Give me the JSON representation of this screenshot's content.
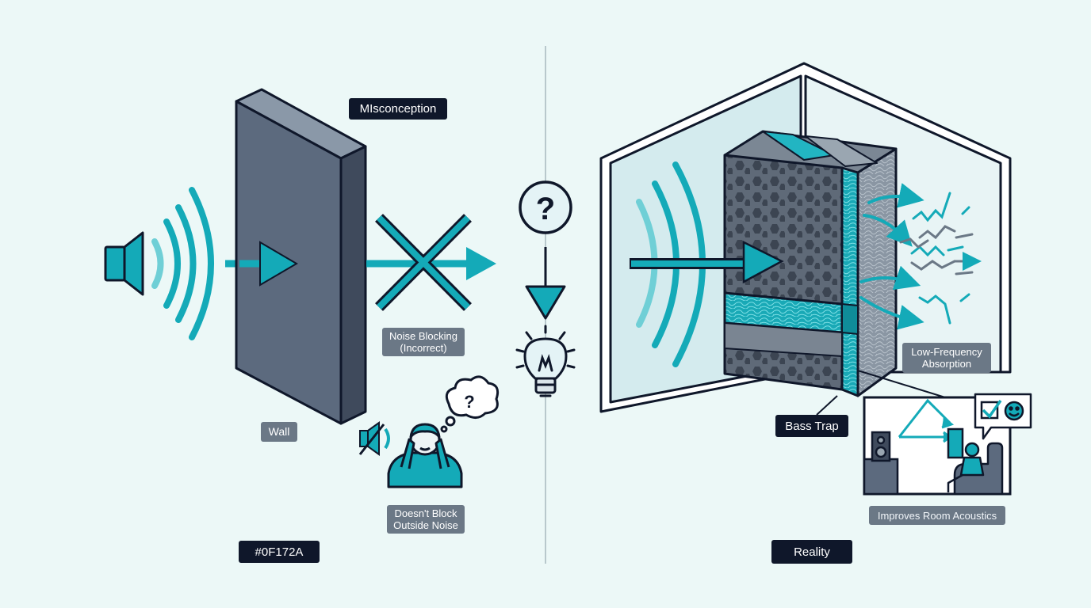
{
  "colors": {
    "background": "#ecf8f7",
    "teal": "#14aab8",
    "teal_light": "#6fcfd6",
    "navy": "#0f172a",
    "slate": "#5c6a7e",
    "slate_dark": "#3f4a5c",
    "label_grey": "#6b7886"
  },
  "left": {
    "misconception_label": "MIsconception",
    "noise_blocking_label": "Noise Blocking\n(Incorrect)",
    "wall_label": "Wall",
    "outside_noise_label": "Doesn't Block\nOutside Noise",
    "bottom_label": "#0F172A"
  },
  "center": {
    "question_symbol": "?",
    "thought_symbol": "?"
  },
  "right": {
    "absorption_label": "Low-Frequency\nAbsorption",
    "bass_trap_label": "Bass Trap",
    "room_acoustics_label": "Improves Room Acoustics",
    "bottom_label": "Reality"
  },
  "icons": [
    "speaker-icon",
    "sound-waves-icon",
    "wall-block-icon",
    "cross-icon",
    "question-circle-icon",
    "down-arrow-icon",
    "lightbulb-icon",
    "muted-speaker-icon",
    "person-covering-ears-icon",
    "thought-bubble-icon",
    "bass-trap-panel-icon",
    "room-corner-icon",
    "loudspeaker-icon",
    "listener-chair-icon",
    "checkbox-icon",
    "smiley-icon"
  ]
}
